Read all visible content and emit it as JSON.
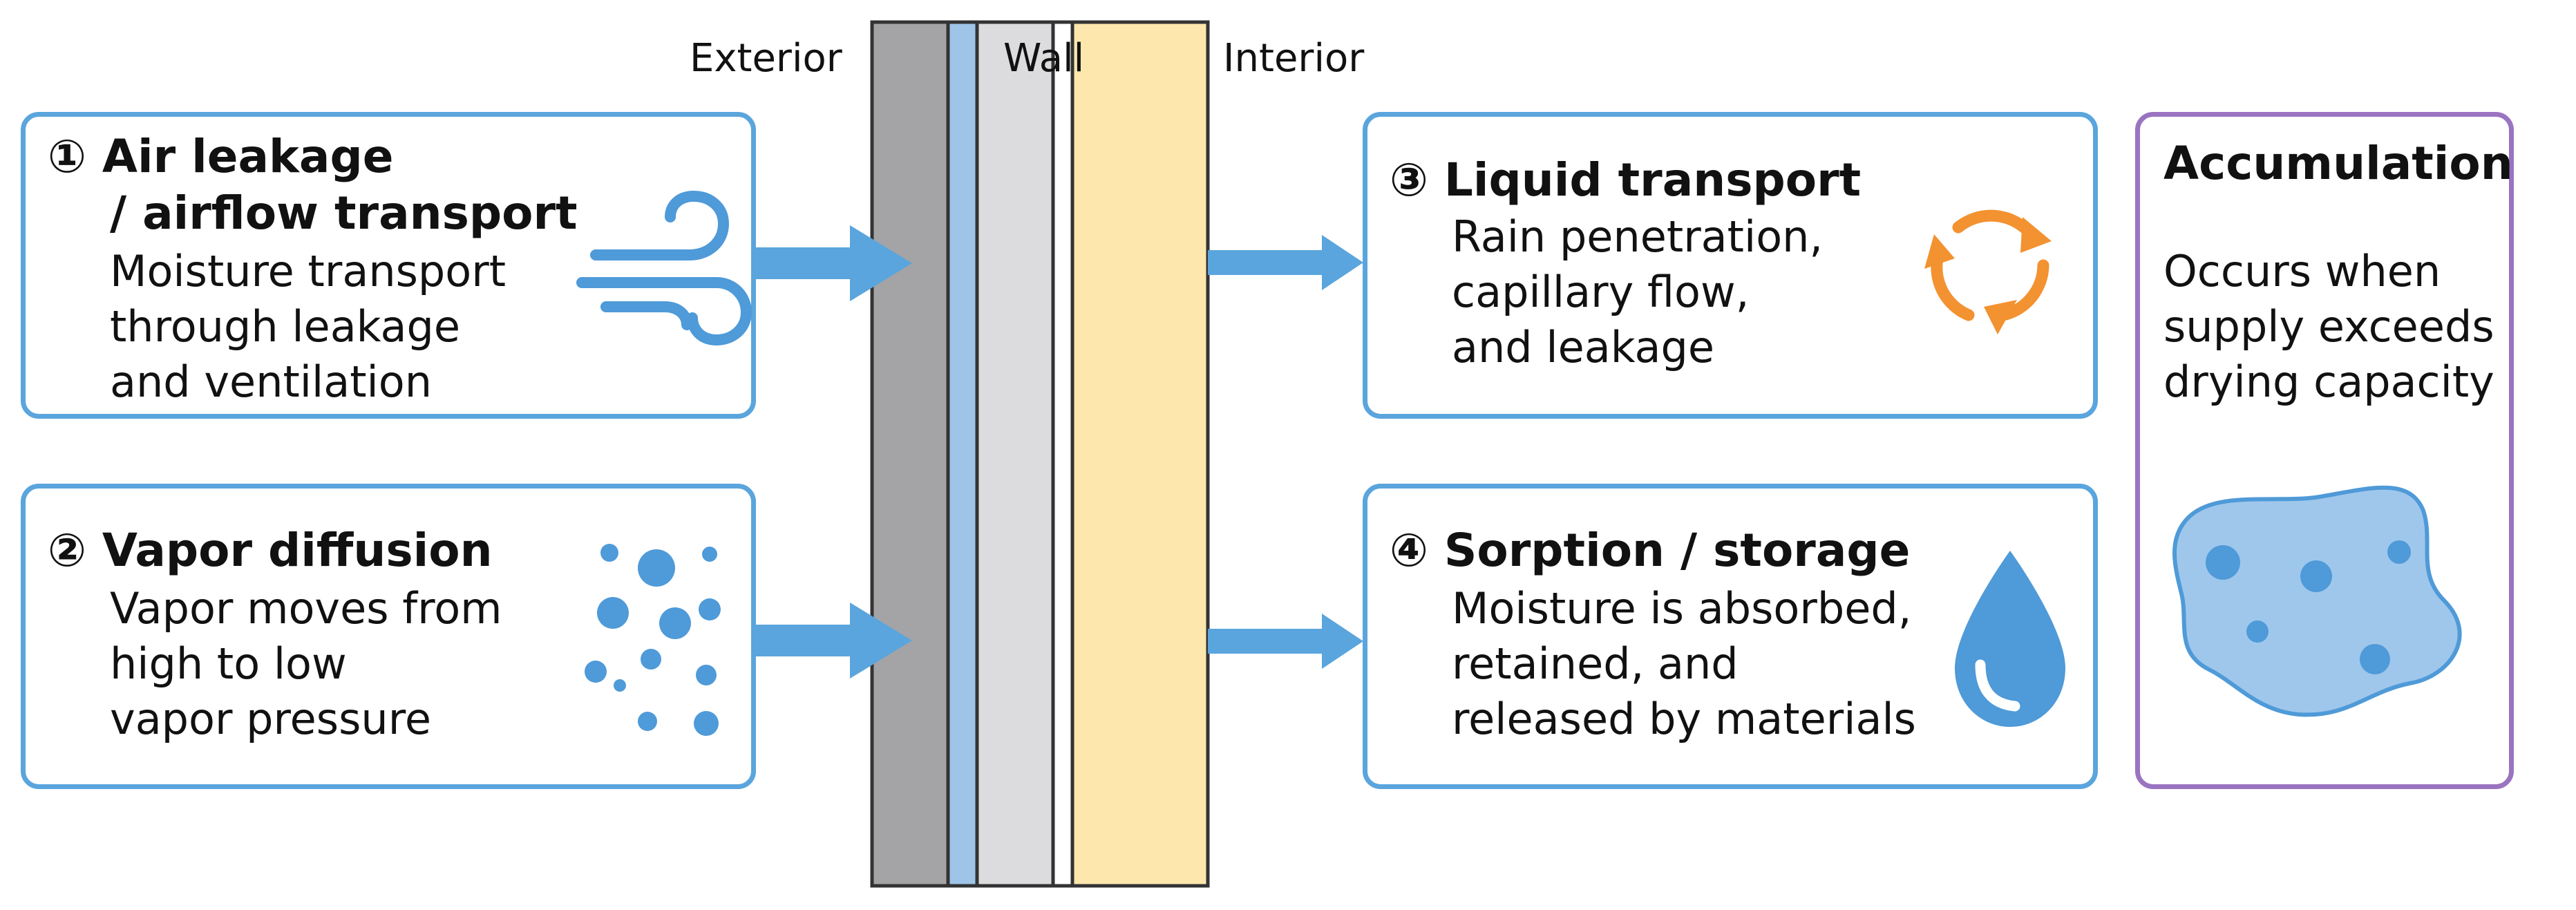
{
  "wall": {
    "exterior_label": "Exterior",
    "wall_label": "Wall",
    "interior_label": "Interior",
    "colors": {
      "outer_layer": "#a4a4a6",
      "membrane": "#9ec4e8",
      "board": "#dcdcde",
      "insulation": "#fde7ad",
      "outline": "#333333"
    }
  },
  "boxes": {
    "air": {
      "number": "①",
      "title_line1": "Air leakage",
      "title_line2": "/ airflow transport",
      "desc": [
        "Moisture transport",
        "through leakage",
        "and ventilation"
      ],
      "icon": "wind-icon"
    },
    "vapor": {
      "number": "②",
      "title": "Vapor diffusion",
      "desc": [
        "Vapor moves from",
        "high to low",
        "vapor pressure"
      ],
      "icon": "vapor-dots-icon"
    },
    "liquid": {
      "number": "③",
      "title": "Liquid transport",
      "desc": [
        "Rain penetration,",
        "capillary flow,",
        "and leakage"
      ],
      "icon": "cycle-arrows-icon"
    },
    "sorption": {
      "number": "④",
      "title": "Sorption / storage",
      "desc": [
        "Moisture is absorbed,",
        "retained, and",
        "released by materials"
      ],
      "icon": "water-drop-icon"
    },
    "accumulation": {
      "title": "Accumulation",
      "desc": [
        "Occurs when",
        "supply exceeds",
        "drying capacity"
      ],
      "icon": "wet-blob-icon"
    }
  },
  "colors": {
    "box_border": "#5aa5dd",
    "accumulation_border": "#9a74c0",
    "arrow": "#5aa5dd",
    "icon_blue": "#4f9ad8",
    "icon_orange": "#f39230"
  }
}
